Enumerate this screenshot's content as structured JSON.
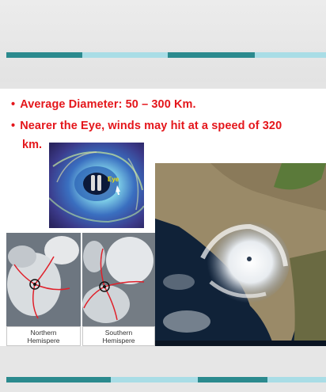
{
  "slide": {
    "bullets": [
      {
        "marker": "•",
        "text": "Average Diameter: 50 – 300 Km."
      },
      {
        "marker": "•",
        "text": "Nearer the Eye, winds may hit at a speed of 320",
        "continuation": "km."
      }
    ],
    "eye_diagram_label": "Eye",
    "captions": {
      "northern_line1": "Northern",
      "northern_line2": "Hemispere",
      "southern_line1": "Southern",
      "southern_line2": "Hemispere"
    }
  },
  "colors": {
    "bullet_text": "#e4161b",
    "stripe_dark": "#2b8a8e",
    "stripe_light": "#a9dde6"
  }
}
